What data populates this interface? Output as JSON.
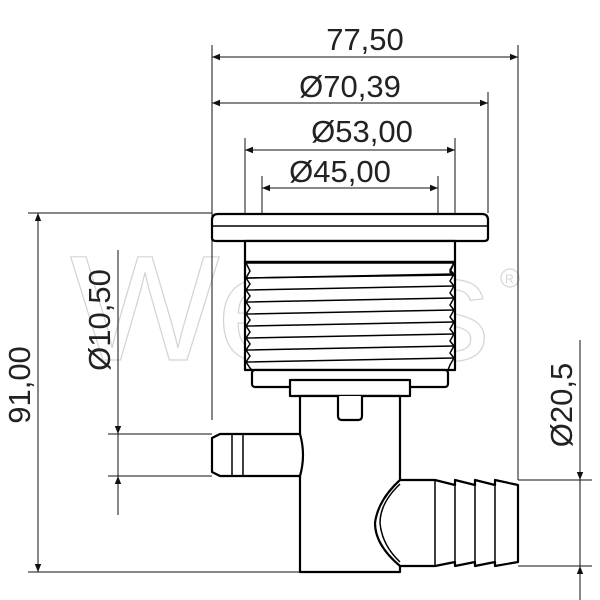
{
  "drawing": {
    "watermark": "Wellis®",
    "dimensions": {
      "overall_width": "77,50",
      "flange_diameter": "Ø70,39",
      "thread_diameter": "Ø53,00",
      "inner_diameter": "Ø45,00",
      "overall_height": "91,00",
      "small_nozzle_diameter": "Ø10,50",
      "large_barb_diameter": "Ø20,5"
    },
    "line_color": "#000000",
    "watermark_color": "#d0d0d0"
  }
}
